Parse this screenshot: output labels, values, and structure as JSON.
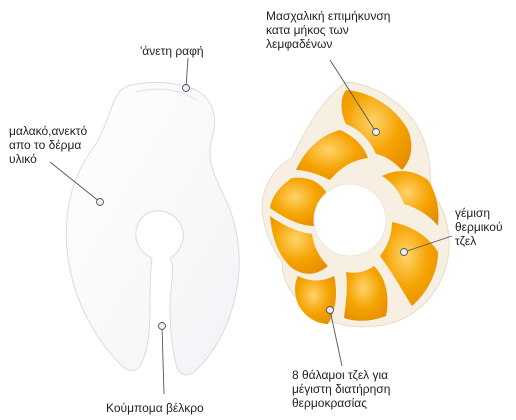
{
  "labels": {
    "axillary": [
      "Μασχαλική επιμήκυνση",
      "κατα μήκος των",
      "λεμφαδένων"
    ],
    "seam": [
      "'άνετη ραφή"
    ],
    "skin": [
      "μαλακό,ανεκτό",
      "απο το δέρμα",
      "υλικό"
    ],
    "gel_fill": [
      "γέμιση",
      "θερμικού",
      "τζελ"
    ],
    "chambers": [
      "8 θάλαμοι τζελ για",
      "μέγιστη διατήρηση",
      "θερμοκρασίας"
    ],
    "velcro": [
      "Κούμπομα βέλκρο"
    ]
  },
  "colors": {
    "gel": "#f5a300",
    "gel_light": "#ffd36b",
    "cover": "#fbfbfd",
    "cover_edge": "#d9dbe0",
    "seam": "#eef0f4"
  }
}
